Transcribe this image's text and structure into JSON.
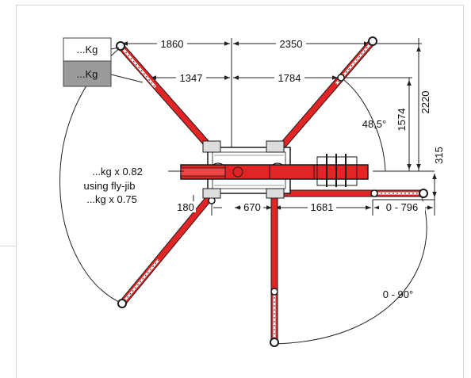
{
  "colors": {
    "boom_red": "#e32424",
    "outline": "#1a1a1a",
    "line": "#222222",
    "box_gray": "#9a9a9a",
    "background": "#ffffff"
  },
  "load_boxes": {
    "top": "...Kg",
    "bottom": "...Kg"
  },
  "dimensions": {
    "top_left": "1860",
    "top_right": "2350",
    "second_left": "1347",
    "second_right": "1784",
    "vertical_outer": "2220",
    "vertical_inner": "1574",
    "vertical_small": "315",
    "bottom_left": "180",
    "bottom_mid": "670",
    "bottom_right": "1681",
    "extension_range": "0 - 796"
  },
  "angles": {
    "outrigger_angle": "48,5°",
    "swing_range": "0 - 90°"
  },
  "notes": {
    "line1": "...kg x 0.82",
    "line2": "using fly-jib",
    "line3": "...kg x 0.75"
  }
}
